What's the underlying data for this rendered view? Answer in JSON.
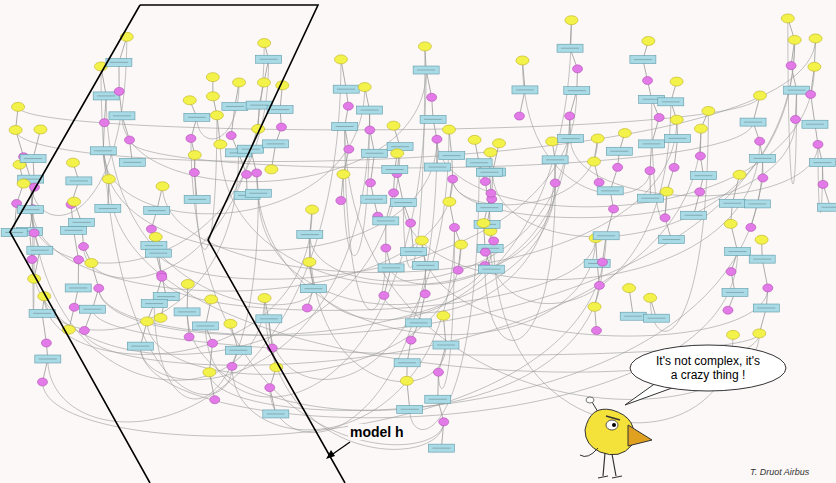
{
  "diagram": {
    "nodes": [
      {
        "text": [
          "It's not complex, it's a crazy thing !"
        ]
      }
    ],
    "labels": [
      "model h",
      "T. Druot Airbus"
    ]
  }
}
